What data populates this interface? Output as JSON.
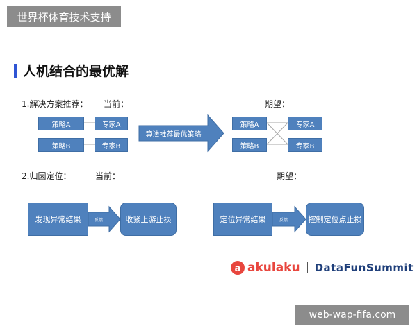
{
  "banner_top": "世界杯体育技术支持",
  "title": "人机结合的最优解",
  "section1": {
    "label": "1.解决方案推荐：",
    "current_label": "当前：",
    "expected_label": "期望：",
    "strategy_a": "策略A",
    "strategy_b": "策略B",
    "expert_a": "专家A",
    "expert_b": "专家B",
    "arrow_text": "算法推荐最优策略"
  },
  "section2": {
    "label": "2.归因定位：",
    "current_label": "当前：",
    "expected_label": "期望：",
    "current_left": "发现异常结果",
    "current_arrow": "反馈",
    "current_right": "收紧上游止损",
    "expected_left": "定位异常结果",
    "expected_arrow": "反馈",
    "expected_right": "控制定位点止损"
  },
  "logo": {
    "brand": "akulaku",
    "partner": "DataFunSummit"
  },
  "watermark": "web-wap-fifa.com",
  "colors": {
    "box_fill": "#4f81bd",
    "accent_bar": "#2f55d4",
    "logo_red": "#e8463e",
    "logo_blue": "#1f3f7a"
  }
}
